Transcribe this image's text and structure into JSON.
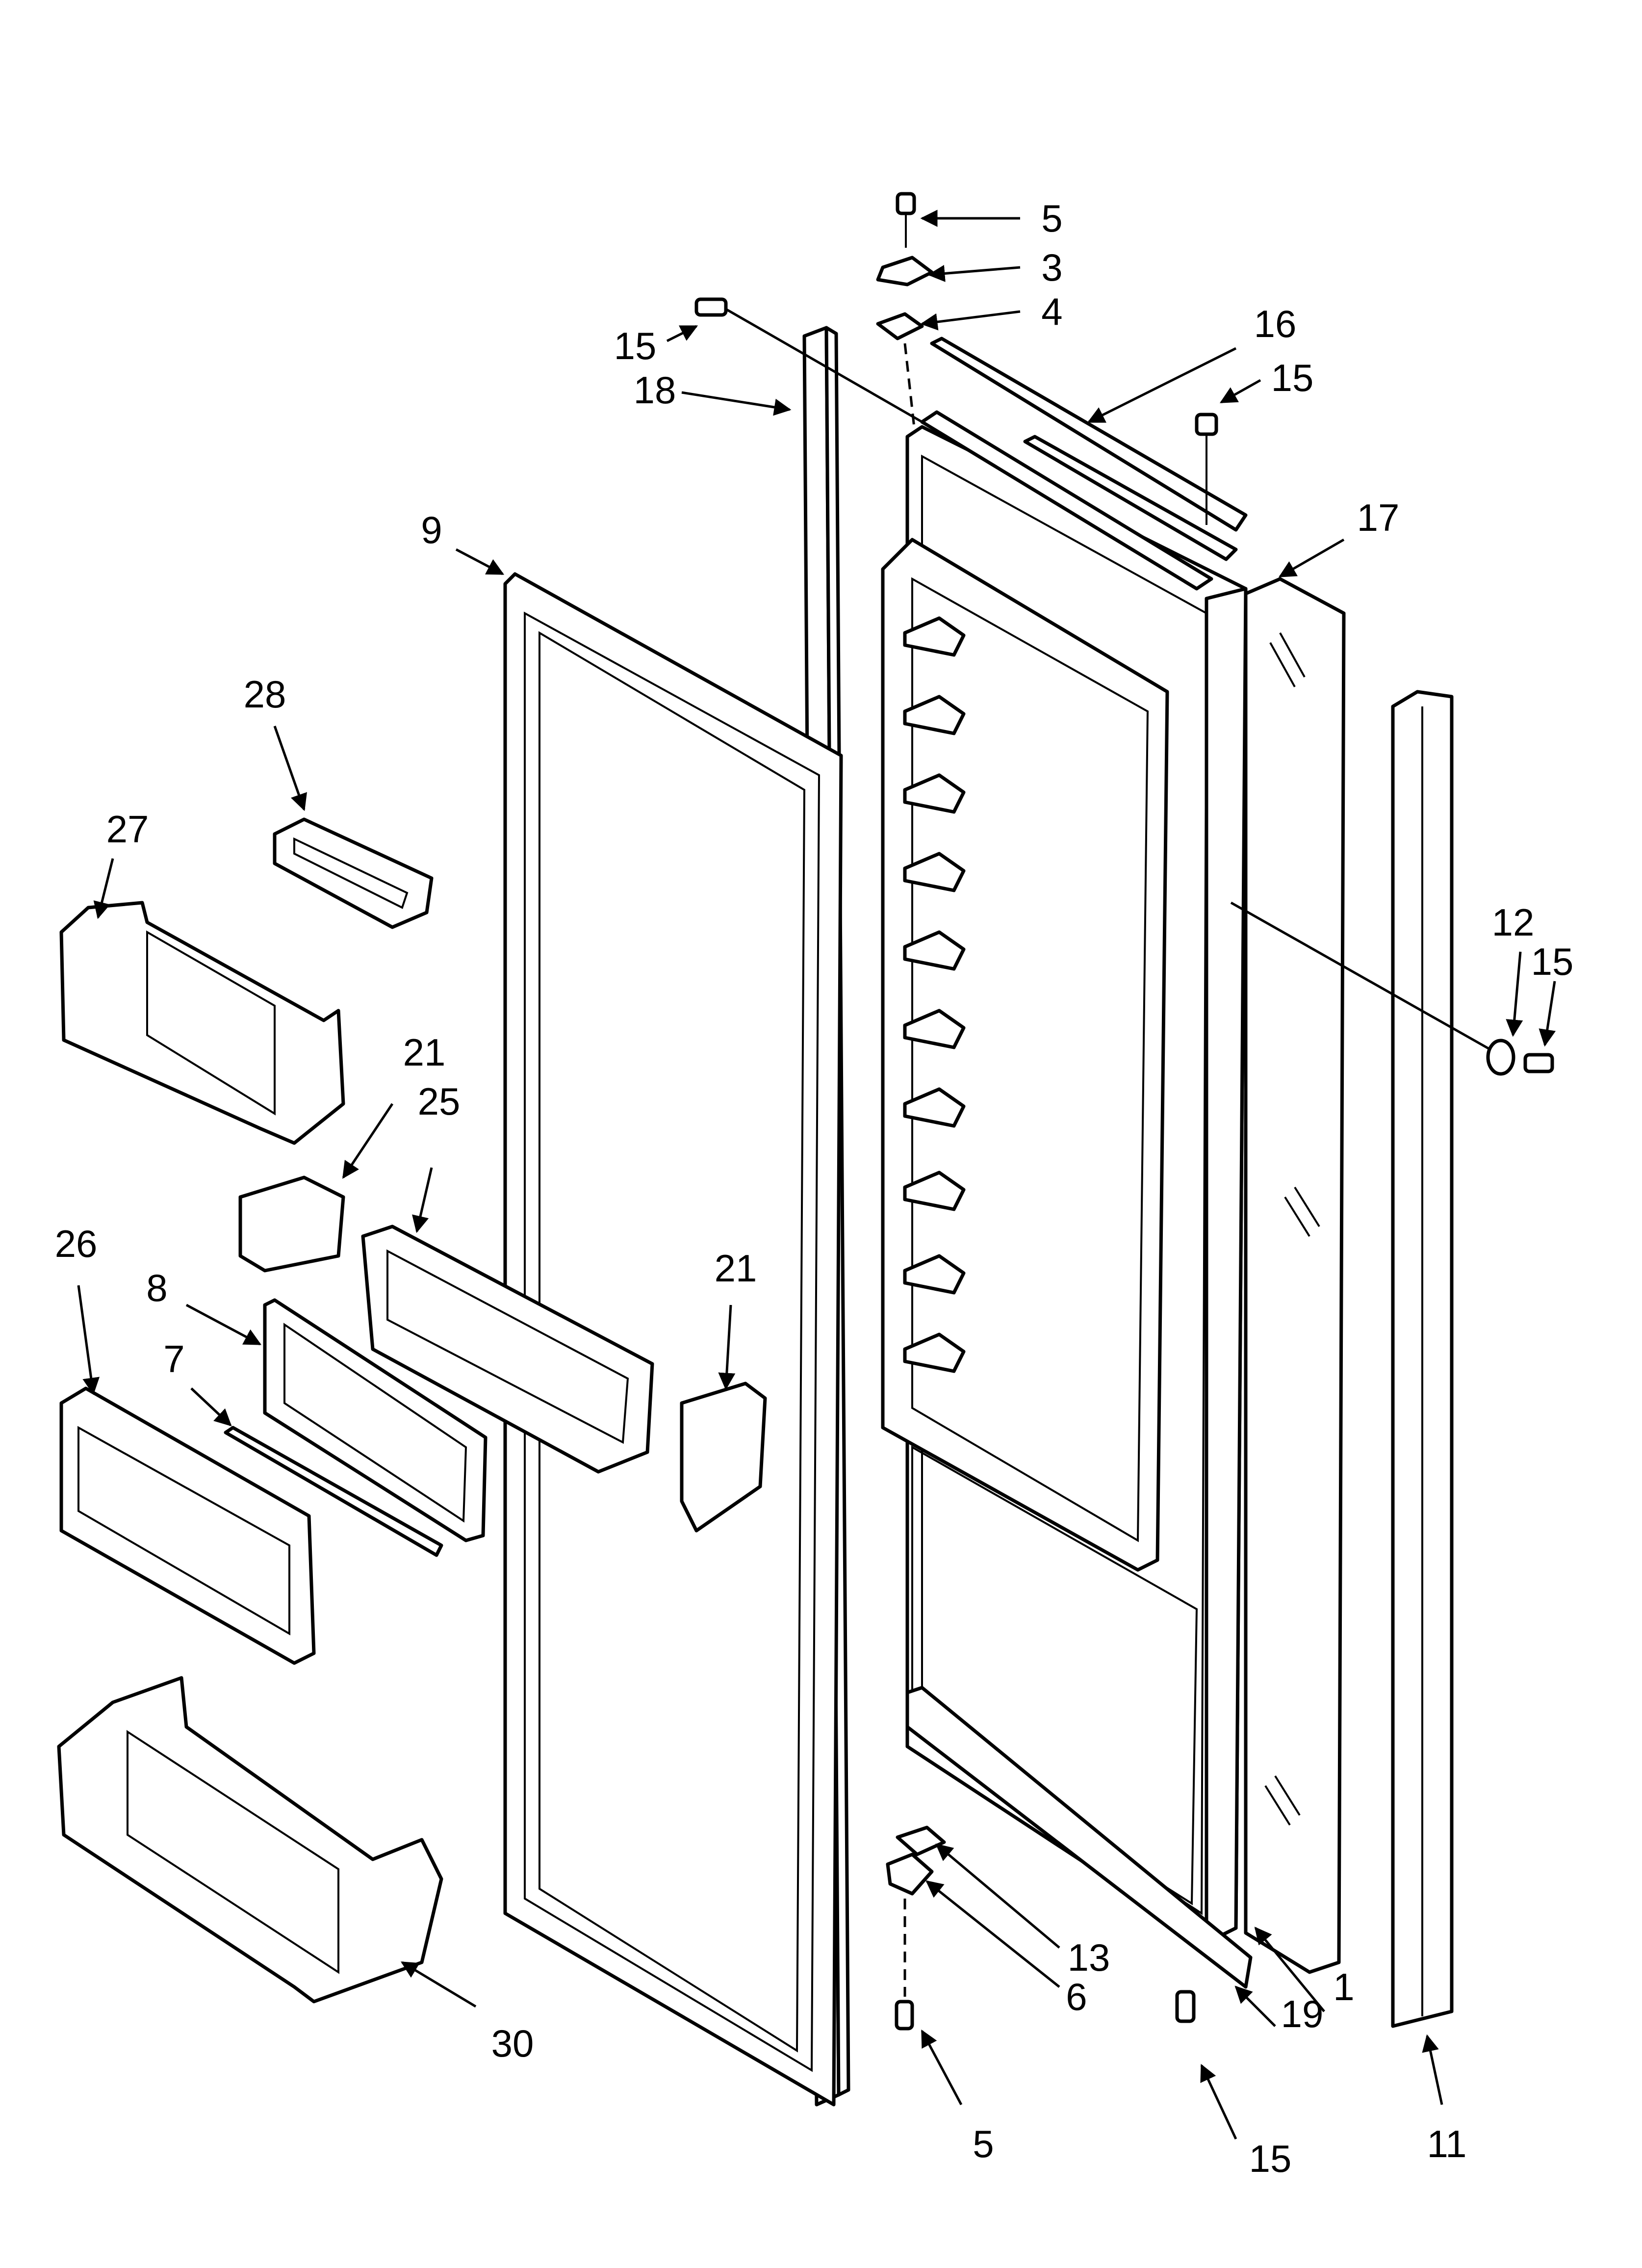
{
  "diagram": {
    "callouts": [
      {
        "id": "c5-top",
        "label": "5"
      },
      {
        "id": "c3",
        "label": "3"
      },
      {
        "id": "c4",
        "label": "4"
      },
      {
        "id": "c16",
        "label": "16"
      },
      {
        "id": "c15-a",
        "label": "15"
      },
      {
        "id": "c18",
        "label": "18"
      },
      {
        "id": "c15-b",
        "label": "15"
      },
      {
        "id": "c9",
        "label": "9"
      },
      {
        "id": "c17",
        "label": "17"
      },
      {
        "id": "c28",
        "label": "28"
      },
      {
        "id": "c27",
        "label": "27"
      },
      {
        "id": "c12",
        "label": "12"
      },
      {
        "id": "c15-c",
        "label": "15"
      },
      {
        "id": "c21-a",
        "label": "21"
      },
      {
        "id": "c25",
        "label": "25"
      },
      {
        "id": "c26",
        "label": "26"
      },
      {
        "id": "c21-b",
        "label": "21"
      },
      {
        "id": "c8",
        "label": "8"
      },
      {
        "id": "c7",
        "label": "7"
      },
      {
        "id": "c13",
        "label": "13"
      },
      {
        "id": "c6",
        "label": "6"
      },
      {
        "id": "c1",
        "label": "1"
      },
      {
        "id": "c30",
        "label": "30"
      },
      {
        "id": "c19",
        "label": "19"
      },
      {
        "id": "c11",
        "label": "11"
      },
      {
        "id": "c5-bottom",
        "label": "5"
      },
      {
        "id": "c15-d",
        "label": "15"
      }
    ]
  }
}
